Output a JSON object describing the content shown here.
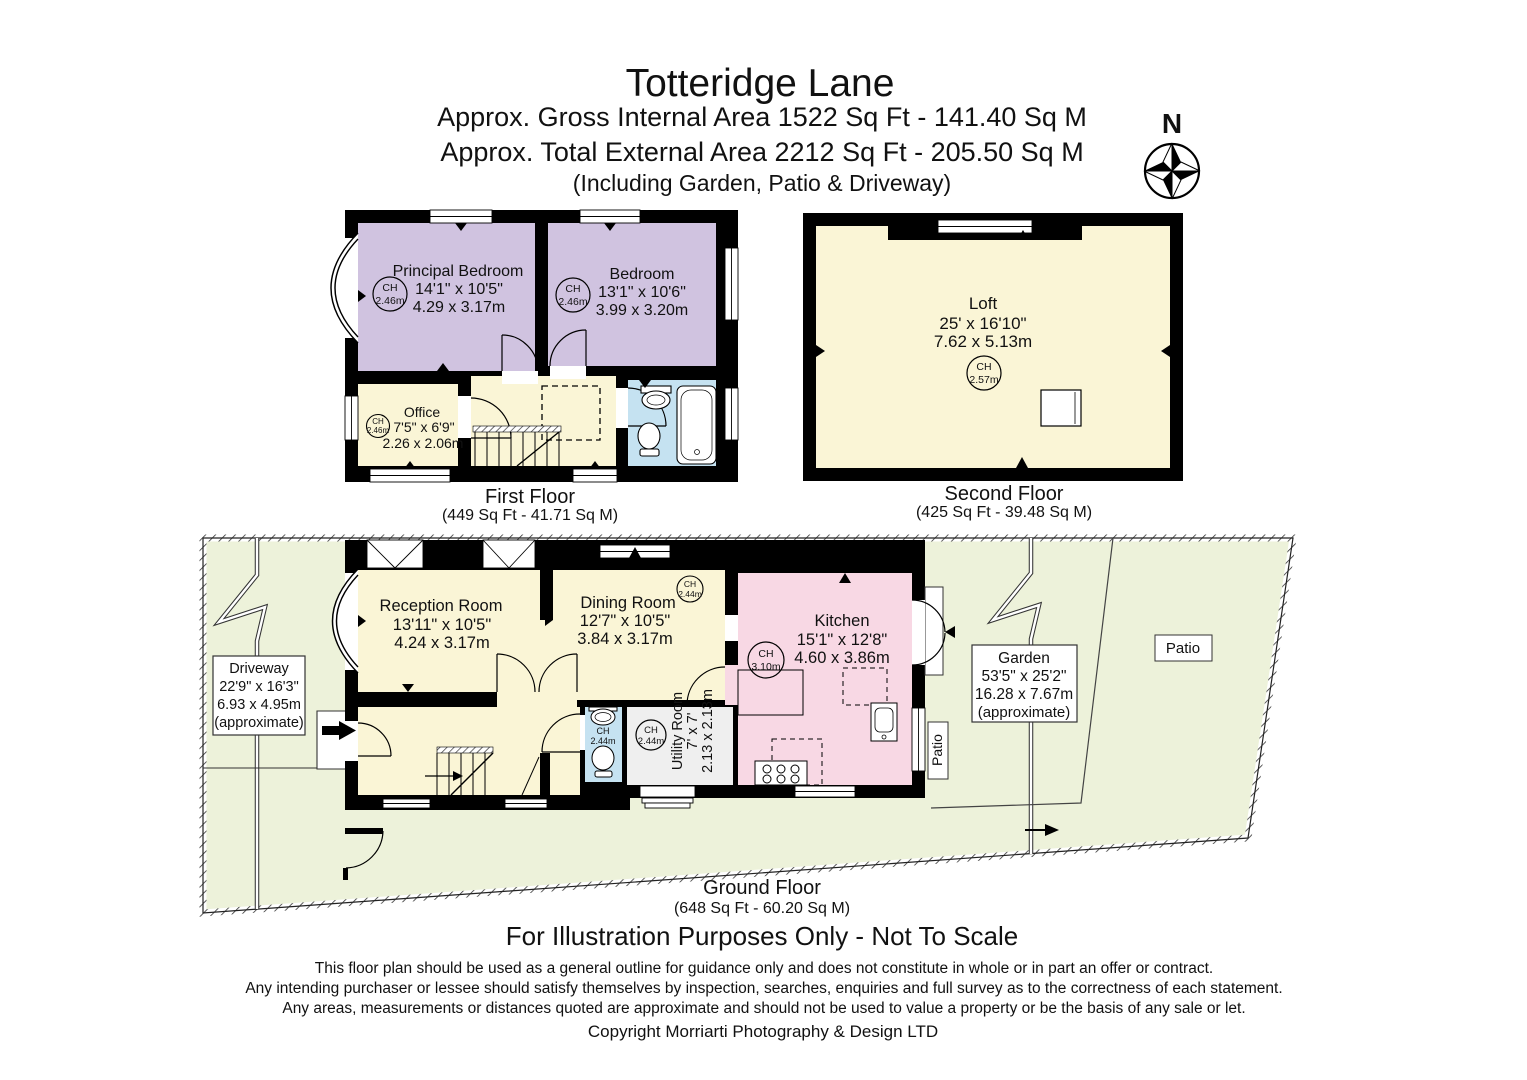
{
  "header": {
    "title": "Totteridge Lane",
    "gross_internal": "Approx. Gross Internal Area   1522 Sq Ft  -  141.40 Sq M",
    "total_external": "Approx. Total External Area  2212 Sq Ft  -  205.50 Sq M",
    "including": "(Including Garden, Patio & Driveway)",
    "compass_n": "N"
  },
  "labels": {
    "ch": "CH"
  },
  "floors": {
    "first": {
      "label": "First Floor",
      "area": "(449 Sq Ft  -  41.71 Sq M)",
      "principal_bedroom": {
        "name": "Principal Bedroom",
        "imperial": "14'1\" x 10'5\"",
        "metric": "4.29 x 3.17m",
        "ch": "2.46m"
      },
      "bedroom": {
        "name": "Bedroom",
        "imperial": "13'1\" x 10'6\"",
        "metric": "3.99 x 3.20m",
        "ch": "2.46m"
      },
      "office": {
        "name": "Office",
        "imperial": "7'5\" x 6'9\"",
        "metric": "2.26 x 2.06m",
        "ch": "2.46m"
      }
    },
    "second": {
      "label": "Second Floor",
      "area": "(425 Sq Ft  -  39.48 Sq M)",
      "loft": {
        "name": "Loft",
        "imperial": "25' x 16'10\"",
        "metric": "7.62 x 5.13m",
        "ch": "2.57m"
      }
    },
    "ground": {
      "label": "Ground Floor",
      "area": "(648 Sq Ft  -  60.20 Sq M)",
      "reception": {
        "name": "Reception Room",
        "imperial": "13'11\" x 10'5\"",
        "metric": "4.24 x 3.17m"
      },
      "dining": {
        "name": "Dining Room",
        "imperial": "12'7\" x 10'5\"",
        "metric": "3.84 x 3.17m",
        "ch": "2.44m"
      },
      "kitchen": {
        "name": "Kitchen",
        "imperial": "15'1\" x 12'8\"",
        "metric": "4.60 x 3.86m",
        "ch": "3.10m"
      },
      "utility": {
        "name": "Utility Room",
        "imperial": "7' x 7'",
        "metric": "2.13 x 2.13m",
        "ch": "2.44m"
      },
      "wc": {
        "ch": "2.44m"
      },
      "driveway": {
        "name": "Driveway",
        "imperial": "22'9\" x 16'3\"",
        "metric": "6.93 x 4.95m",
        "note": "(approximate)"
      },
      "garden": {
        "name": "Garden",
        "imperial": "53'5\" x 25'2\"",
        "metric": "16.28 x 7.67m",
        "note": "(approximate)"
      },
      "patio_side": "Patio",
      "patio_main": "Patio"
    }
  },
  "footer": {
    "notice": "For Illustration Purposes Only - Not To Scale",
    "disclaimer1": "This floor plan should be used as a general outline for guidance only and does not constitute in whole or in part an offer or contract.",
    "disclaimer2": "Any intending purchaser or lessee should satisfy themselves by inspection, searches, enquiries and full survey as to the correctness of each statement.",
    "disclaimer3": "Any areas, measurements or distances quoted are approximate and should not be used to value a property or be the basis of any sale or let.",
    "copyright": "Copyright Morriarti Photography & Design LTD"
  },
  "colors": {
    "wall": "#000000",
    "bedroom_purple": "#d0c3e0",
    "room_cream": "#faf5d6",
    "bath_blue": "#c5e2f1",
    "kitchen_pink": "#f8d8e4",
    "site_green": "#edf2da",
    "utility_grey": "#efefef"
  }
}
